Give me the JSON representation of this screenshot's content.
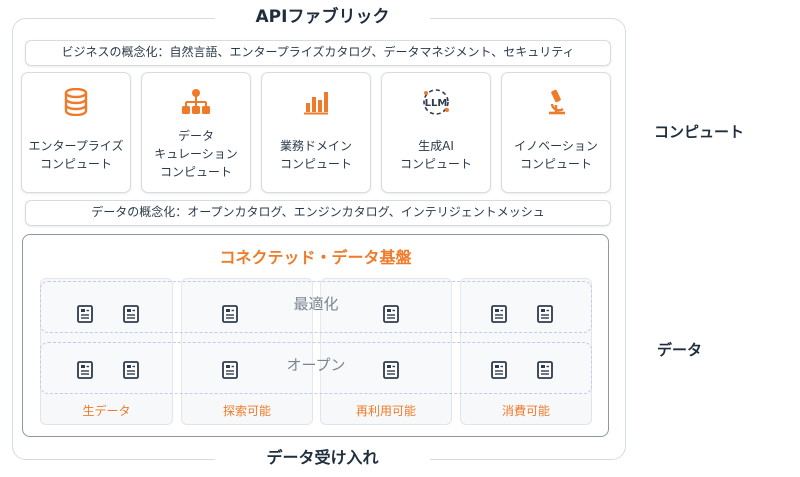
{
  "titles": {
    "top": "APIファブリック",
    "bottom": "データ受け入れ"
  },
  "business_bar": "ビジネスの概念化：自然言語、エンタープライズカタログ、データマネジメント、セキュリティ",
  "data_bar": "データの概念化：オープンカタログ、エンジンカタログ、インテリジェントメッシュ",
  "compute_tiles": [
    {
      "label": "エンタープライズ\nコンピュート",
      "icon": "database-icon"
    },
    {
      "label": "データ\nキュレーション\nコンピュート",
      "icon": "hierarchy-icon"
    },
    {
      "label": "業務ドメイン\nコンピュート",
      "icon": "bar-chart-icon"
    },
    {
      "label": "生成AI\nコンピュート",
      "icon": "llm-icon",
      "icon_text": "LLM"
    },
    {
      "label": "イノベーション\nコンピュート",
      "icon": "microscope-icon"
    }
  ],
  "platform": {
    "title": "コネクテッド・データ基盤",
    "bands": [
      "最適化",
      "オープン"
    ],
    "columns": [
      "生データ",
      "探索可能",
      "再利用可能",
      "消費可能"
    ]
  },
  "side_labels": {
    "compute": "コンピュート",
    "data": "データ"
  },
  "colors": {
    "accent": "#ef7b2a",
    "border": "#d6dbe2",
    "dashed": "#c3c8ef",
    "text": "#1f2d3d",
    "icon_dark": "#2e3b4e"
  }
}
